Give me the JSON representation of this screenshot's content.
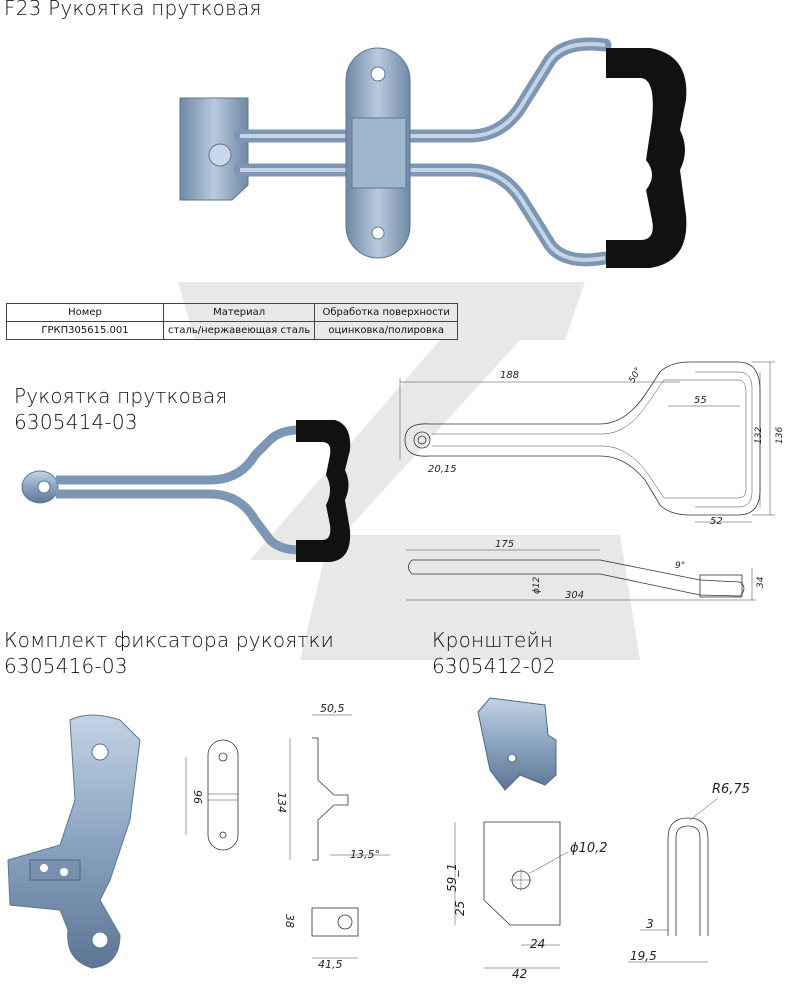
{
  "page_title": "F23 Рукоятка прутковая",
  "spec_table": {
    "headers": [
      "Номер",
      "Материал",
      "Обработка поверхности"
    ],
    "row": [
      "ГРКП305615.001",
      "сталь/нержавеющая сталь",
      "оцинковка/полировка"
    ]
  },
  "section1": {
    "name": "Рукоятка прутковая",
    "code": "6305414-03"
  },
  "section2": {
    "name": "Комплект фиксатора рукоятки",
    "code": "6305416-03"
  },
  "section3": {
    "name": "Кронштейн",
    "code": "6305412-02"
  },
  "dims_handle_top": {
    "d188": "188",
    "d50": "50°",
    "d55": "55",
    "d132": "132",
    "d136": "136",
    "d2015": "20,15",
    "d52": "52"
  },
  "dims_handle_side": {
    "d175": "175",
    "d9": "9°",
    "d12": "ϕ12",
    "d304": "304",
    "d34": "34"
  },
  "dims_fixator": {
    "d505": "50,5",
    "d96": "96",
    "d134": "134",
    "d135": "13,5°",
    "d38": "38",
    "d415": "41,5"
  },
  "dims_bracket": {
    "d102": "ϕ10,2",
    "d591": "59_1",
    "d25": "25",
    "d24": "24",
    "d42": "42",
    "r675": "R6,75",
    "d3": "3",
    "d195": "19,5"
  },
  "colors": {
    "steel": "#8fa7c2",
    "steel_dark": "#5f7896",
    "rubber": "#111111",
    "watermark": "#e6e6e6"
  }
}
